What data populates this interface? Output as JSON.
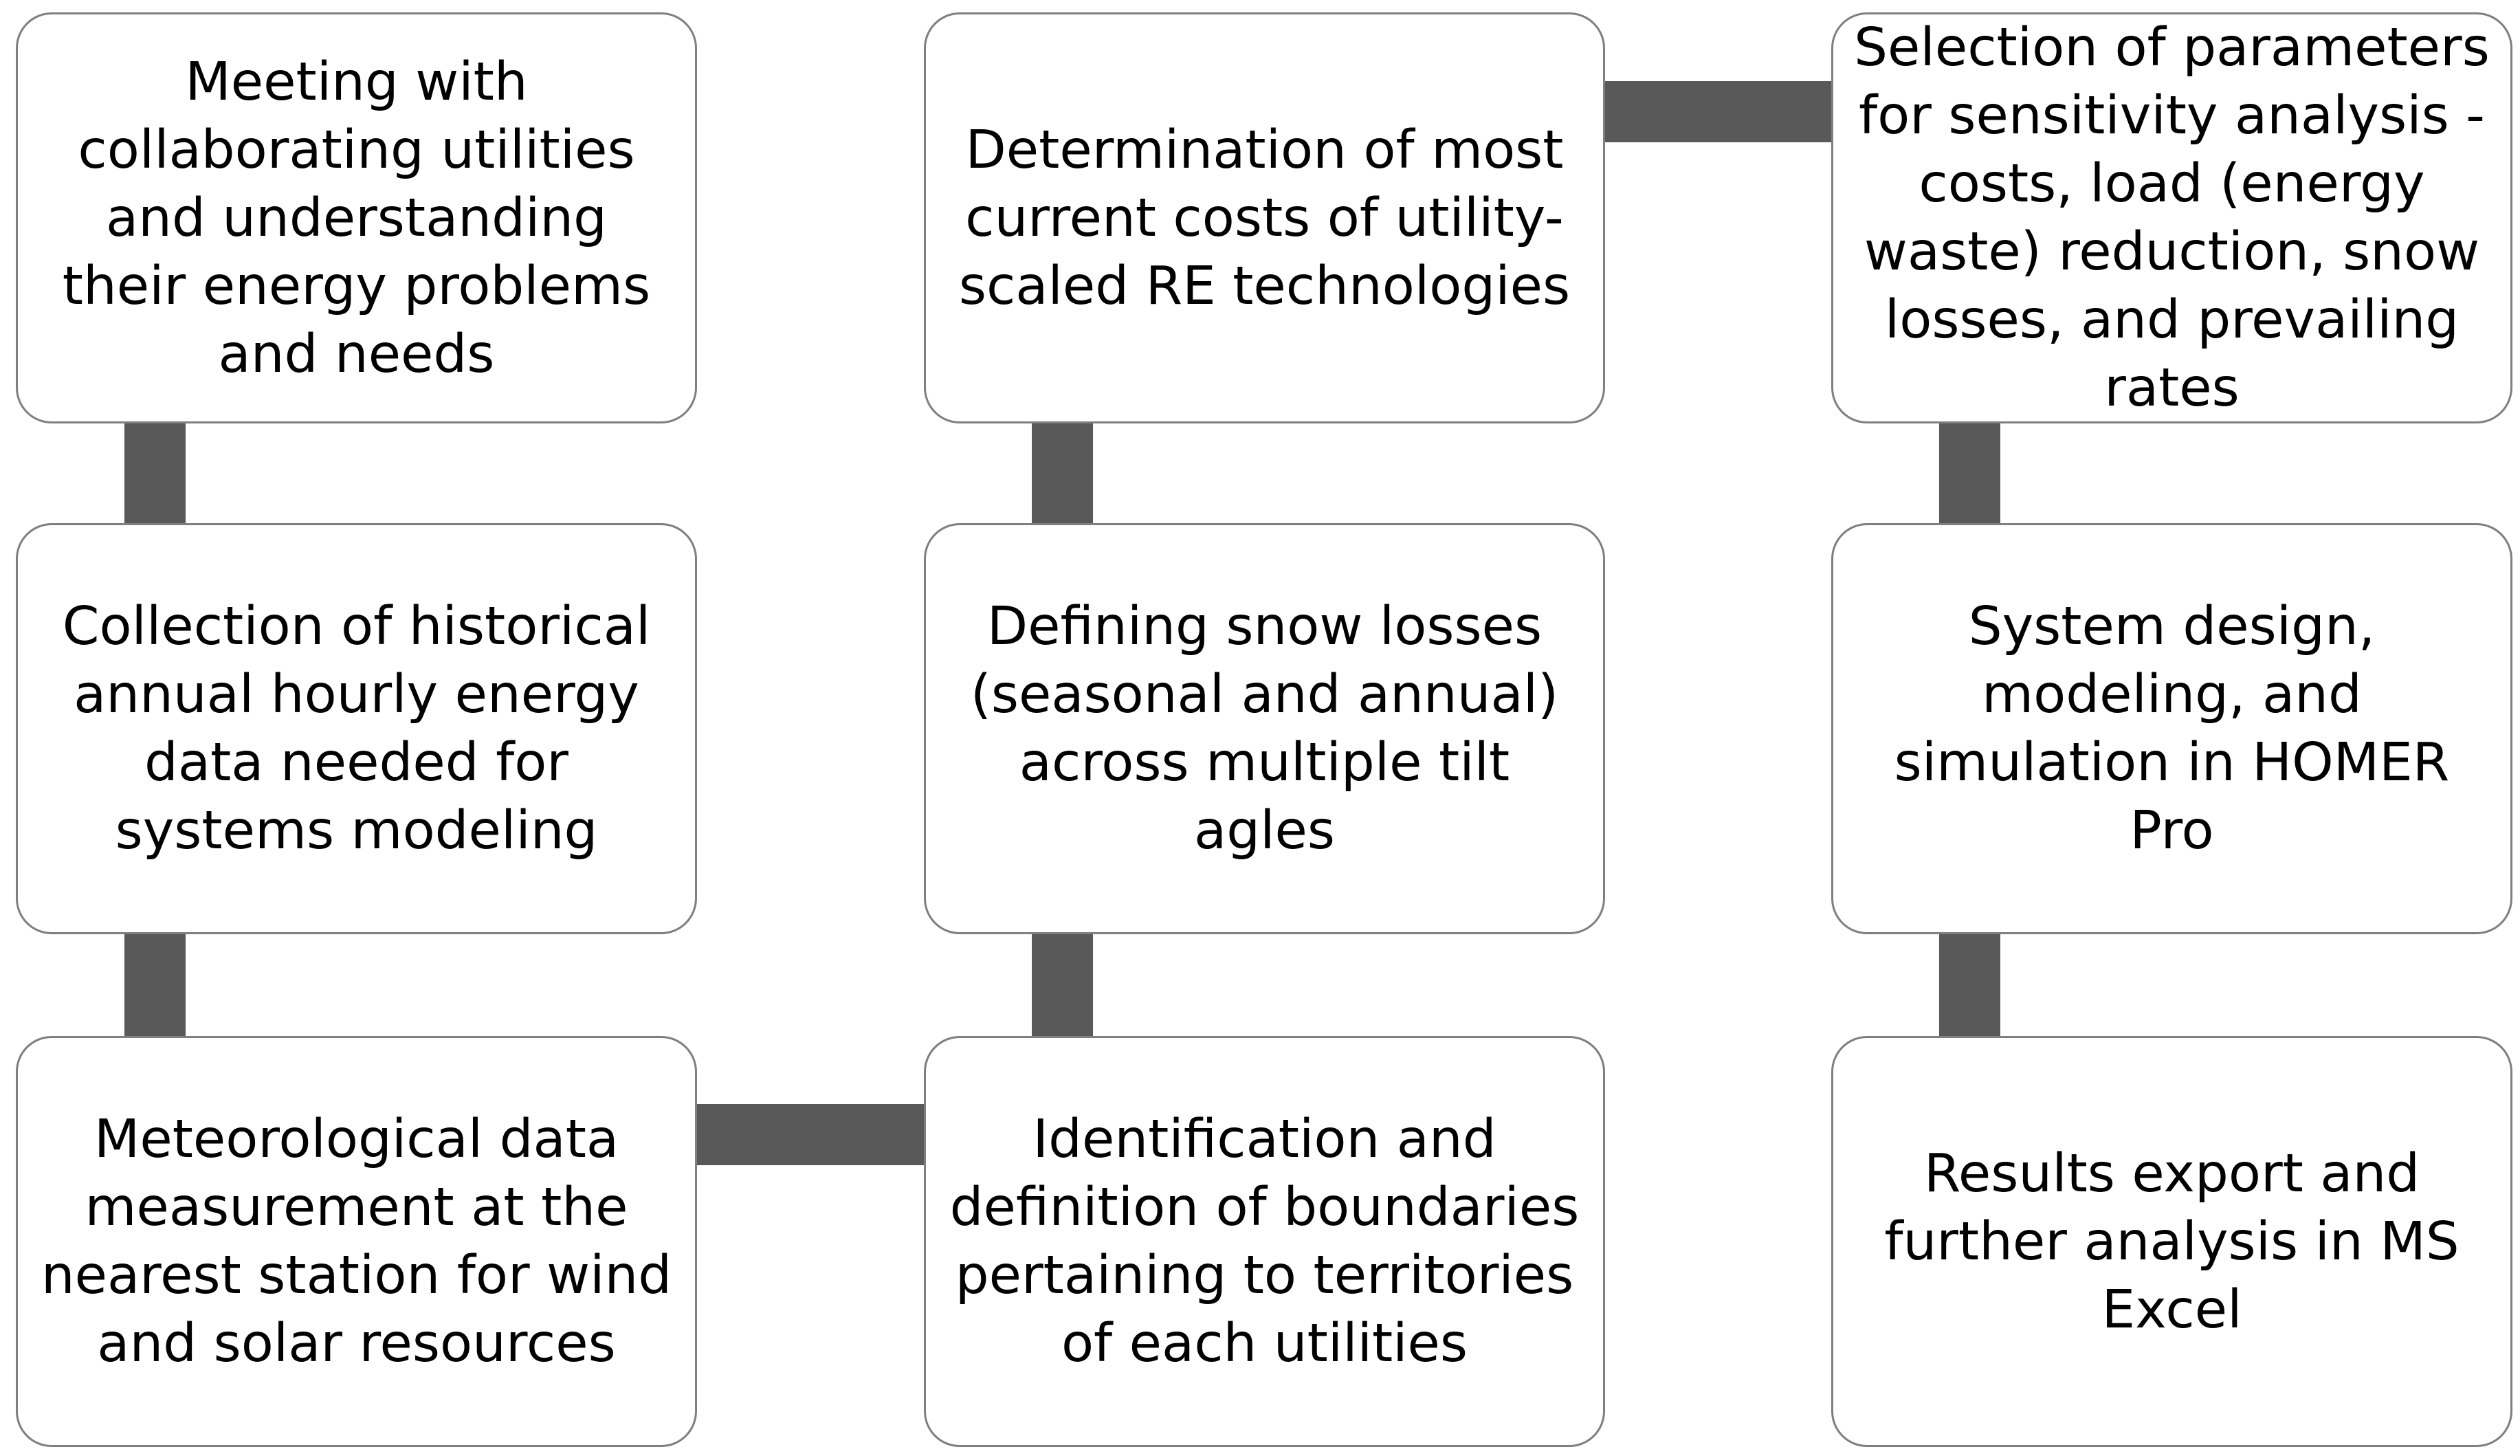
{
  "diagram": {
    "columns": [
      {
        "boxes": [
          {
            "text": "Meeting with collaborating utilities and understanding their energy problems and needs"
          },
          {
            "text": "Collection of historical annual hourly energy data needed for systems modeling"
          },
          {
            "text": "Meteorological data measurement at the nearest station for wind and solar resources"
          }
        ]
      },
      {
        "boxes": [
          {
            "text": "Determination of most current costs of utility-scaled RE technologies"
          },
          {
            "text": "Defining snow losses (seasonal and annual) across multiple tilt agles"
          },
          {
            "text": "Identification and definition of boundaries pertaining to territories of each utilities"
          }
        ]
      },
      {
        "boxes": [
          {
            "text": "Selection of parameters for sensitivity analysis - costs, load (energy waste) reduction, snow losses, and prevailing rates"
          },
          {
            "text": "System design, modeling, and simulation in HOMER Pro"
          },
          {
            "text": "Results export and further analysis in MS Excel"
          }
        ]
      }
    ],
    "colors": {
      "connector": "#595959",
      "box_border": "#7f7f7f",
      "box_fill": "#ffffff",
      "text": "#000000"
    }
  }
}
